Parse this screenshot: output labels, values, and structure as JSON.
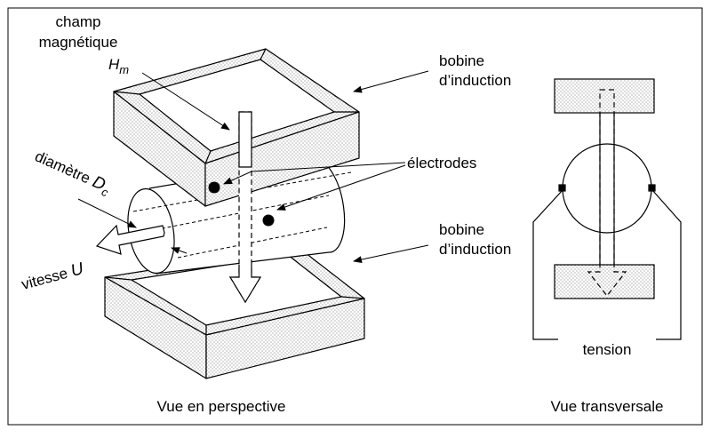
{
  "labels": {
    "magnetic_field_line1": "champ",
    "magnetic_field_line2": "magnétique",
    "magnetic_field_symbol": "H",
    "magnetic_field_subscript": "m",
    "coil_top_line1": "bobine",
    "coil_top_line2": "d’induction",
    "electrodes": "électrodes",
    "coil_bottom_line1": "bobine",
    "coil_bottom_line2": "d’induction",
    "diameter_text": "diamètre ",
    "diameter_symbol": "D",
    "diameter_subscript": "c",
    "velocity_text": "vitesse ",
    "velocity_symbol": "U",
    "voltage": "tension",
    "perspective_caption": "Vue en perspective",
    "cross_section_caption": "Vue transversale"
  }
}
